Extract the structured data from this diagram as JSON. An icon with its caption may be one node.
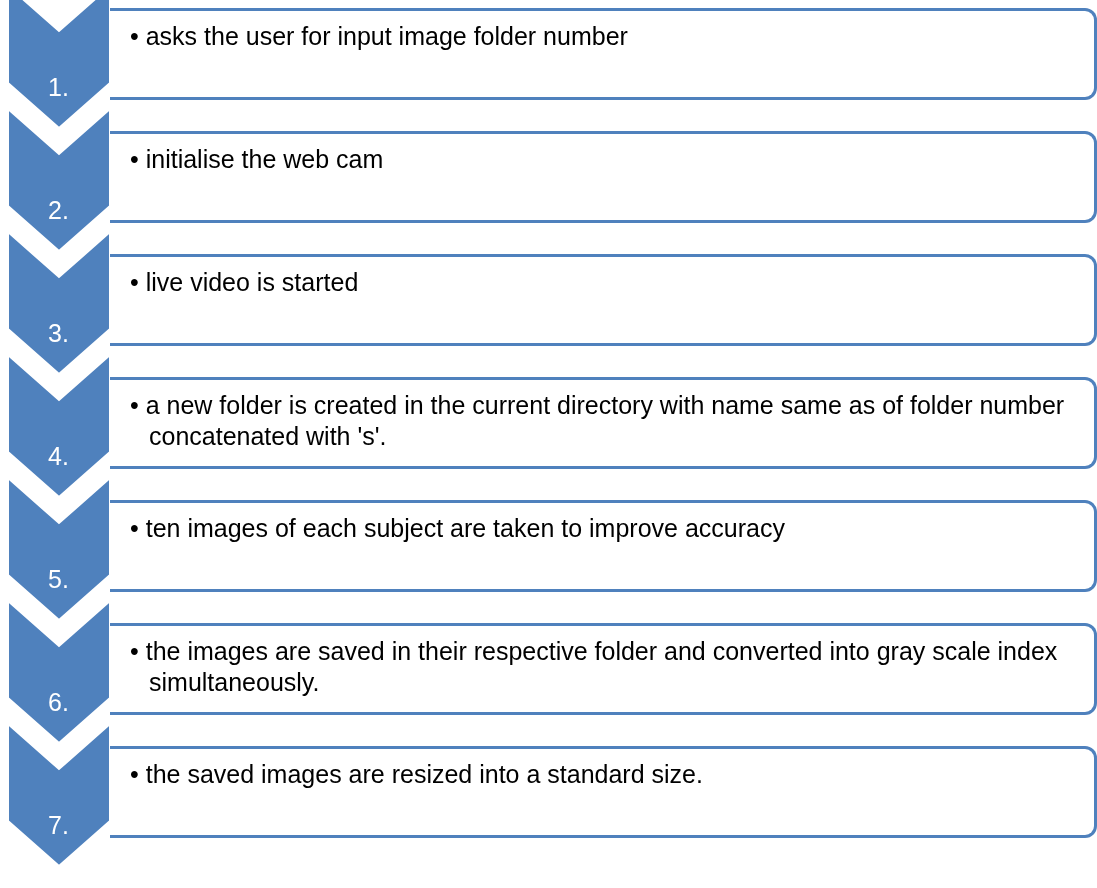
{
  "diagram": {
    "nodes": [
      {
        "text": [
          "1."
        ]
      },
      {
        "text": [
          "• asks the user for input image folder number"
        ]
      },
      {
        "text": [
          "2."
        ]
      },
      {
        "text": [
          "• initialise the web cam"
        ]
      },
      {
        "text": [
          "3."
        ]
      },
      {
        "text": [
          "• live video is started"
        ]
      },
      {
        "text": [
          "4."
        ]
      },
      {
        "text": [
          "• a new folder is created in the current directory with name same as of folder number concatenated with 's'."
        ]
      },
      {
        "text": [
          "5."
        ]
      },
      {
        "text": [
          "• ten images of each subject are taken to improve accuracy"
        ]
      },
      {
        "text": [
          "6."
        ]
      },
      {
        "text": [
          "• the images are saved in their respective folder and converted into gray scale index simultaneously."
        ]
      },
      {
        "text": [
          "7."
        ]
      },
      {
        "text": [
          "• the saved images are resized into a standard size."
        ]
      }
    ],
    "edges": []
  }
}
